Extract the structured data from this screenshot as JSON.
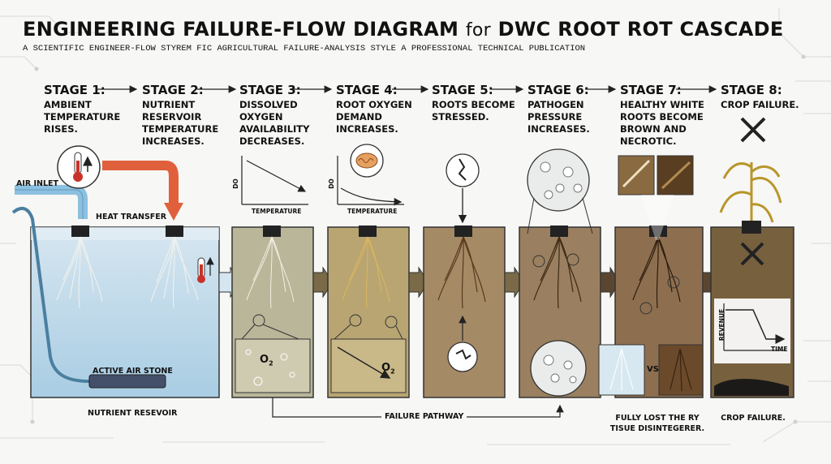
{
  "title": {
    "main": "ENGINEERING FAILURE-FLOW DIAGRAM",
    "for": "for",
    "tail": "DWC ROOT ROT CASCADE"
  },
  "subtitle": "A SCIENTIFIC ENGINEER-FLOW STYREM FIC AGRICULTURAL FAILURE-ANALYSIS STYLE A PROFESSIONAL TECHNICAL PUBLICATION",
  "stages": [
    {
      "title": "STAGE 1:",
      "desc": "AMBIENT TEMPERATURE RISES."
    },
    {
      "title": "STAGE 2:",
      "desc": "NUTRIENT RESERVOIR TEMPERATURE INCREASES."
    },
    {
      "title": "STAGE 3:",
      "desc": "DISSOLVED OXYGEN AVAILABILITY DECREASES."
    },
    {
      "title": "STAGE 4:",
      "desc": "ROOT OXYGEN DEMAND INCREASES."
    },
    {
      "title": "STAGE 5:",
      "desc": "ROOTS BECOME STRESSED."
    },
    {
      "title": "STAGE 6:",
      "desc": "PATHOGEN PRESSURE INCREASES."
    },
    {
      "title": "STAGE 7:",
      "desc": "HEALTHY WHITE ROOTS BECOME BROWN AND NECROTIC."
    },
    {
      "title": "STAGE 8:",
      "desc": "CROP FAILURE."
    }
  ],
  "labels": {
    "air_inlet": "AIR INLET",
    "heat_transfer": "HEAT TRANSFER",
    "active_air_stone": "ACTIVE AIR STONE",
    "nutrient_reservoir": "NUTRIENT RESEVOIR",
    "failure_pathway": "FAILURE PATHWAY",
    "vs": "VS",
    "stage7_foot": "FULLY LOST THE RY TISUE DISINTEGERER.",
    "stage8_foot": "CROP FAILURE.",
    "o2": "O",
    "o2_sub": "2"
  },
  "mini_charts": {
    "stage3": {
      "ylabel": "DO",
      "xlabel": "TEMPERATURE"
    },
    "stage4": {
      "ylabel": "DO",
      "xlabel": "TEMPERATURE"
    },
    "stage8": {
      "ylabel": "REVENUE",
      "xlabel": "TIME"
    }
  },
  "colors": {
    "water1": "#bcd6e6",
    "water3": "#b9b69a",
    "water4": "#b8a572",
    "water5": "#a58a66",
    "water6": "#9a8060",
    "water7": "#8d6f50",
    "water8": "#76603e",
    "heat_arrow": "#e0603c",
    "air_arrow": "#8cc0e0",
    "thermo_red": "#c8322a"
  }
}
